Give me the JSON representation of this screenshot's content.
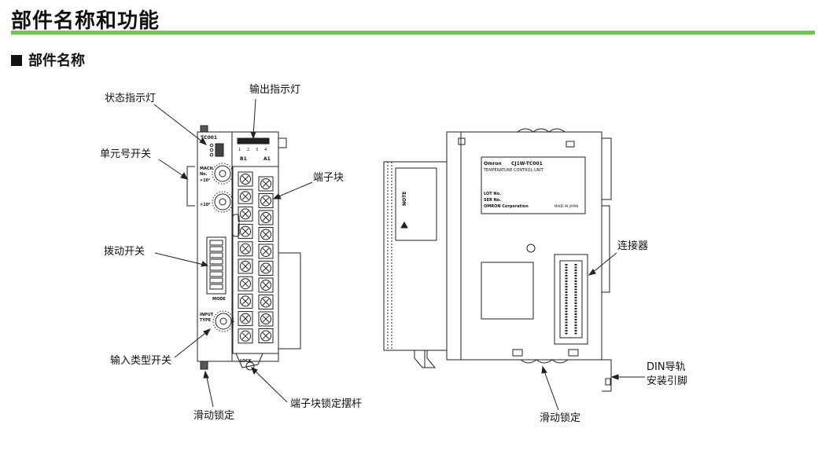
{
  "page": {
    "title": "部件名称和功能",
    "subtitle": "部件名称"
  },
  "callouts": {
    "status_indicator": "状态指示灯",
    "output_indicator": "输出指示灯",
    "unit_number_switch": "单元号开关",
    "terminal_block": "端子块",
    "dip_switch": "拨动开关",
    "input_type_switch": "输入类型开关",
    "slide_lock_left": "滑动锁定",
    "terminal_block_lock_lever": "端子块锁定摆杆",
    "connector": "连接器",
    "din_rail_pin_line1": "DIN导轨",
    "din_rail_pin_line2": "安装引脚",
    "slide_lock_right": "滑动锁定"
  },
  "front_unit": {
    "model": "TC001",
    "output_marks": [
      "1",
      "2",
      "3",
      "4"
    ],
    "bank_left": "B1",
    "bank_right": "A1",
    "mach_label_1": "MACH",
    "mach_label_2": "No.",
    "x10_label": "×10¹",
    "x1_label": "×10⁰",
    "mode_label": "MODE",
    "input_label_1": "INPUT",
    "input_label_2": "TYPE",
    "lock_label": "LOCK"
  },
  "side_unit": {
    "brand": "Omron",
    "model": "CJ1W-TC001",
    "product_name": "TEMPERATURE CONTROL UNIT",
    "lot": "LOT No.",
    "ser": "SER No.",
    "maker": "OMRON Corporation",
    "origin": "MADE IN JAPAN",
    "note": "NOTE"
  }
}
